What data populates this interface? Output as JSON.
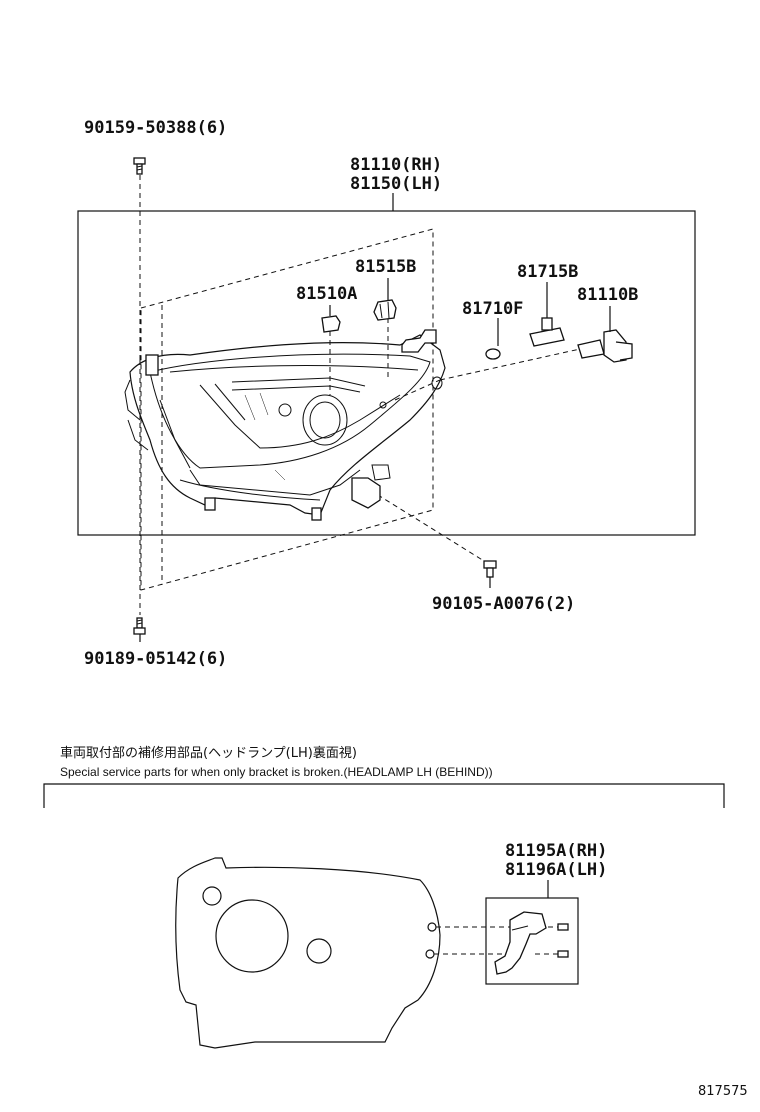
{
  "upper_parts": {
    "screw_top": "90159-50388(6)",
    "headlamp_rh": "81110(RH)",
    "headlamp_lh": "81150(LH)",
    "socket_81515b": "81515B",
    "bulb_81510a": "81510A",
    "socket_81715b": "81715B",
    "bulb_81710f": "81710F",
    "bulb_81110b": "81110B",
    "screw_right": "90105-A0076(2)",
    "screw_bottom": "90189-05142(6)"
  },
  "service_note": {
    "japanese": "車両取付部の補修用部品(ヘッドランプ(LH)裏面視)",
    "english": "Special service parts for when only bracket is broken.(HEADLAMP LH (BEHIND))"
  },
  "lower_parts": {
    "bracket_rh": "81195A(RH)",
    "bracket_lh": "81196A(LH)"
  },
  "figure_code": "817575"
}
